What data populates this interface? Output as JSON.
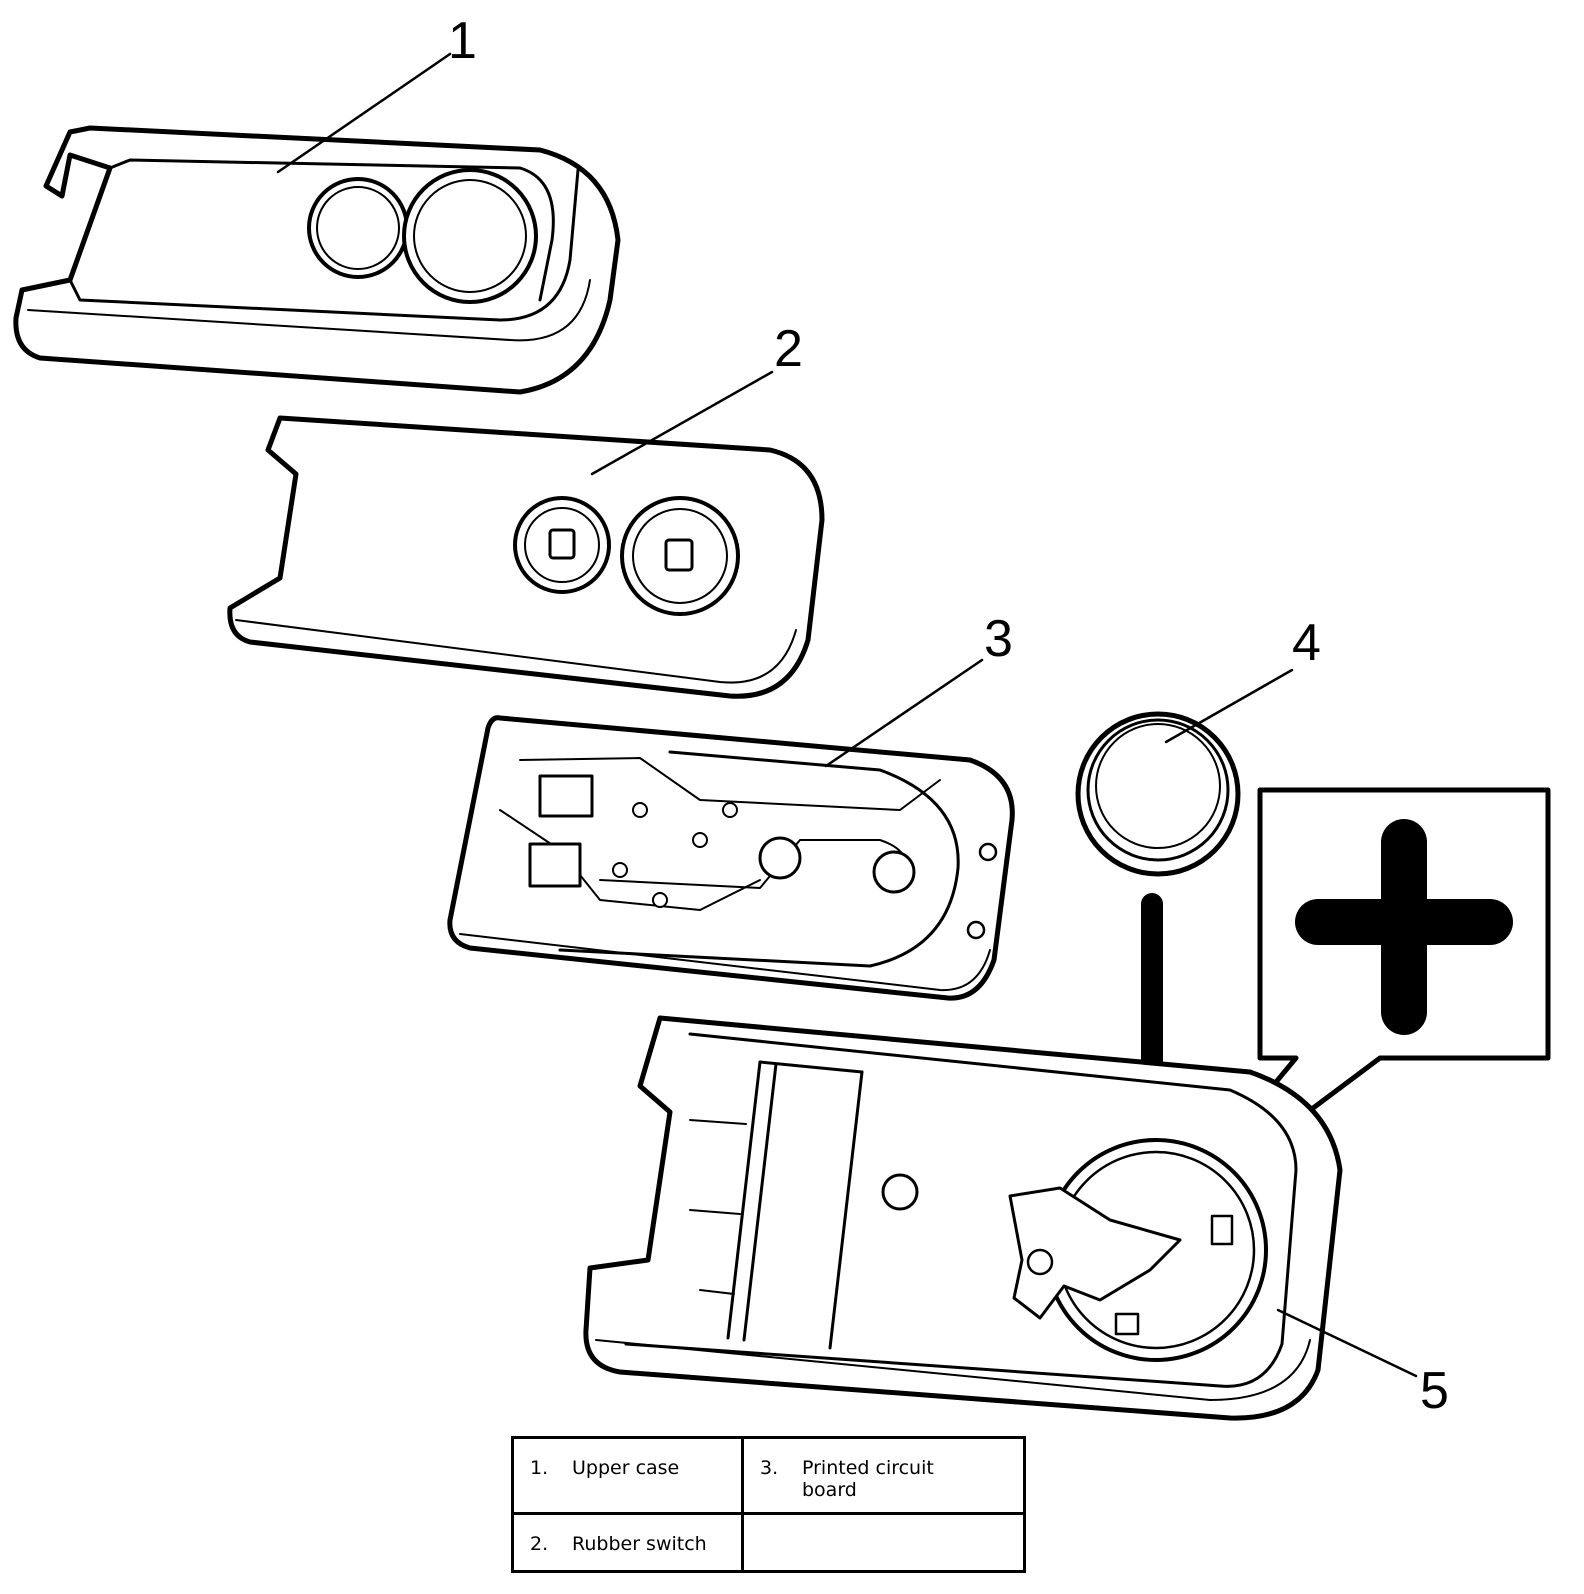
{
  "callouts": [
    "1",
    "2",
    "3",
    "4",
    "5"
  ],
  "legend": {
    "rows": [
      [
        {
          "num": "1.",
          "label": "Upper case"
        },
        {
          "num": "3.",
          "label": "Printed circuit board"
        }
      ],
      [
        {
          "num": "2.",
          "label": "Rubber switch"
        },
        {
          "num": "",
          "label": ""
        }
      ]
    ]
  },
  "polarity_symbol": "+"
}
